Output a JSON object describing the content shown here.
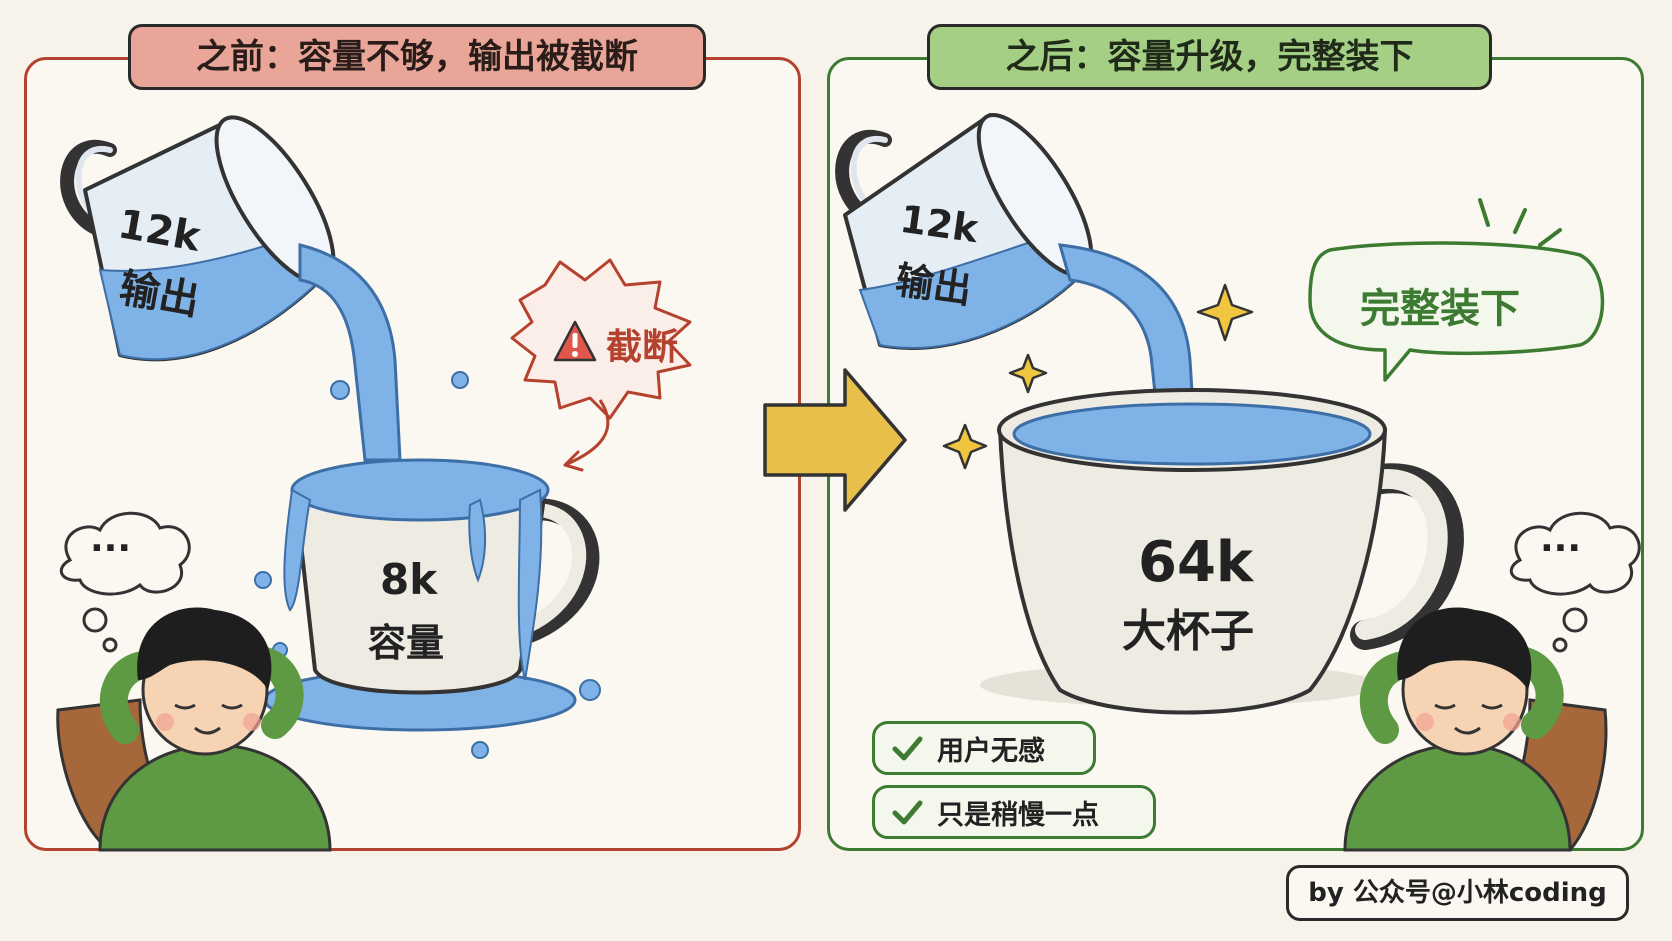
{
  "before": {
    "title": "之前：容量不够，输出被截断",
    "pitcher_amount": "12k",
    "pitcher_label": "输出",
    "cup_amount": "8k",
    "cup_label": "容量",
    "alert_text": "截断",
    "thought": "···"
  },
  "after": {
    "title": "之后：容量升级，完整装下",
    "pitcher_amount": "12k",
    "pitcher_label": "输出",
    "cup_amount": "64k",
    "cup_label": "大杯子",
    "speech_text": "完整装下",
    "thought": "···",
    "checks": [
      "用户无感",
      "只是稍慢一点"
    ]
  },
  "credit": "by 公众号@小林coding",
  "colors": {
    "before_accent": "#b5422e",
    "after_accent": "#3d7a32",
    "water": "#7fb3e8",
    "arrow": "#e8bf4a"
  }
}
